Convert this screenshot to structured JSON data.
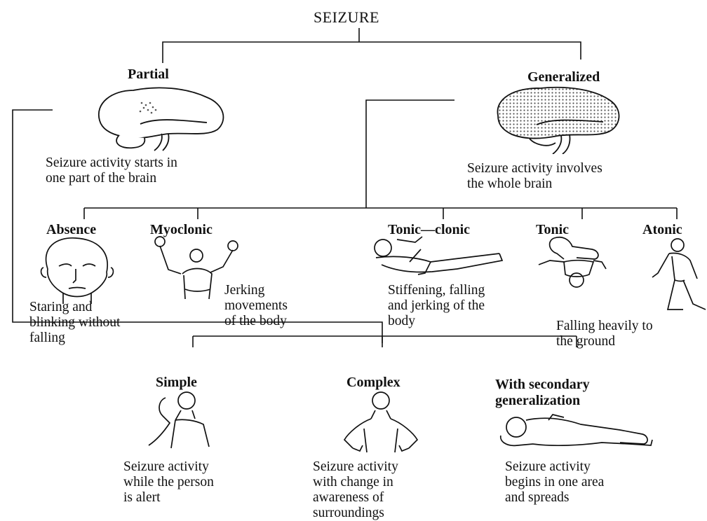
{
  "title": "SEIZURE",
  "partial": {
    "label": "Partial",
    "description": [
      "Seizure activity starts in",
      "one part of the brain"
    ],
    "icon": "brain-partial-icon"
  },
  "generalized": {
    "label": "Generalized",
    "description": [
      "Seizure activity involves",
      "the whole brain"
    ],
    "icon": "brain-whole-icon"
  },
  "generalized_types": [
    {
      "label": "Absence",
      "description": [
        "Staring and",
        "blinking without",
        "falling"
      ],
      "icon": "staring-face-icon"
    },
    {
      "label": "Myoclonic",
      "description": [
        "Jerking",
        "movements",
        "of the body"
      ],
      "icon": "arms-raised-person-icon"
    },
    {
      "label": "Tonic—clonic",
      "description": [
        "Stiffening, falling",
        "and jerking of the",
        "body"
      ],
      "icon": "lying-person-icon"
    },
    {
      "label": "Tonic",
      "description": [],
      "icon": "stiff-person-icon"
    },
    {
      "label": "Atonic",
      "description": [
        "Falling heavily to",
        "the ground"
      ],
      "icon": "falling-person-icon"
    }
  ],
  "partial_types": [
    {
      "label": "Simple",
      "description": [
        "Seizure activity",
        "while the person",
        "is alert"
      ],
      "icon": "alert-person-icon"
    },
    {
      "label": "Complex",
      "description": [
        "Seizure activity",
        "with change in",
        "awareness of",
        "surroundings"
      ],
      "icon": "dazed-person-icon"
    },
    {
      "label": [
        "With secondary",
        "generalization"
      ],
      "description": [
        "Seizure activity",
        "begins in one area",
        "and spreads"
      ],
      "icon": "collapsed-person-icon"
    }
  ]
}
